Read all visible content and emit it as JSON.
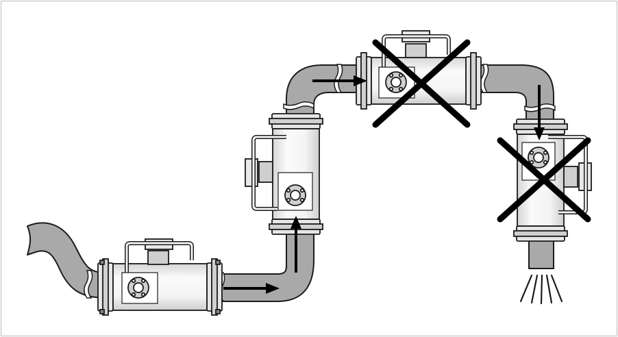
{
  "figure": {
    "kind": "installation-diagram",
    "colors": {
      "border": "#bdbdbd",
      "pipe_fill": "#a9a9a9",
      "line": "#1a1a1a",
      "body_light": "#f3f3f3",
      "body_mid": "#d9d9d9",
      "arrow": "#000000",
      "cross": "#000000"
    },
    "meters": [
      {
        "id": "meter-horizontal-bottom",
        "orientation": "horizontal",
        "status": "correct"
      },
      {
        "id": "meter-vertical-upflow",
        "orientation": "vertical",
        "status": "correct"
      },
      {
        "id": "meter-horizontal-top",
        "orientation": "horizontal",
        "status": "incorrect"
      },
      {
        "id": "meter-vertical-downflow",
        "orientation": "vertical",
        "status": "incorrect"
      }
    ],
    "flow_arrows": [
      "right",
      "up",
      "right",
      "down"
    ],
    "icons": [
      "flow-arrow-icon",
      "cross-mark-icon",
      "outflow-spray-icon"
    ]
  }
}
